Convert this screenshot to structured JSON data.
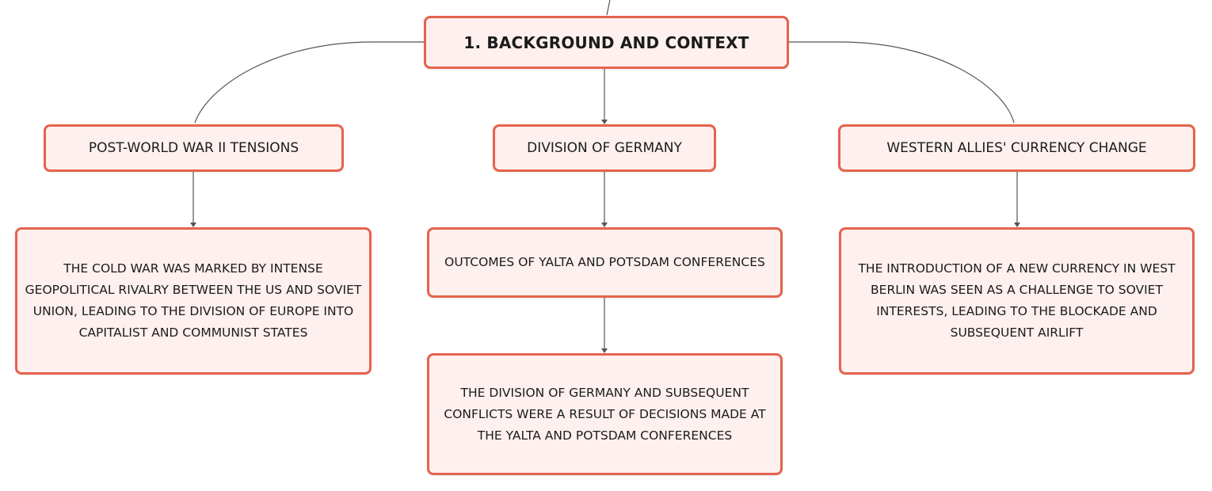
{
  "root": {
    "label": "1. BACKGROUND AND CONTEXT"
  },
  "branches": [
    {
      "label": "POST-WORLD WAR II TENSIONS",
      "children": [
        "THE COLD WAR WAS MARKED BY INTENSE GEOPOLITICAL RIVALRY BETWEEN THE US AND SOVIET UNION, LEADING TO THE DIVISION OF EUROPE INTO CAPITALIST AND COMMUNIST STATES"
      ]
    },
    {
      "label": "DIVISION OF GERMANY",
      "children": [
        "OUTCOMES OF YALTA AND POTSDAM CONFERENCES",
        "THE DIVISION OF GERMANY AND SUBSEQUENT CONFLICTS WERE A RESULT OF DECISIONS MADE AT THE YALTA AND POTSDAM CONFERENCES"
      ]
    },
    {
      "label": "WESTERN ALLIES' CURRENCY CHANGE",
      "children": [
        "THE INTRODUCTION OF A NEW CURRENCY IN WEST BERLIN WAS SEEN AS A CHALLENGE TO SOVIET INTERESTS, LEADING TO THE BLOCKADE AND SUBSEQUENT AIRLIFT"
      ]
    }
  ],
  "colors": {
    "node_border": "#e5634d",
    "node_fill": "#fdf0ee",
    "connector": "#555555",
    "text": "#1b1b1b"
  }
}
